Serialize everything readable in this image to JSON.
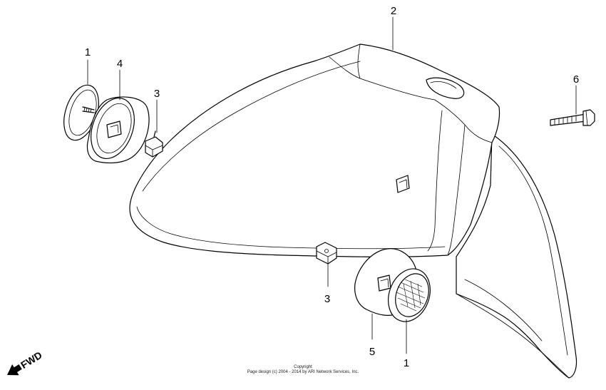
{
  "callouts": {
    "top_left_1": "1",
    "top_left_4": "4",
    "top_left_3": "3",
    "top_2": "2",
    "right_6": "6",
    "bottom_3": "3",
    "bottom_5": "5",
    "bottom_1": "1"
  },
  "direction": {
    "label": "FWD"
  },
  "footer": {
    "line1": "Copyright",
    "line2": "Page design (c) 2004 - 2014 by ARI Network Services, Inc."
  }
}
